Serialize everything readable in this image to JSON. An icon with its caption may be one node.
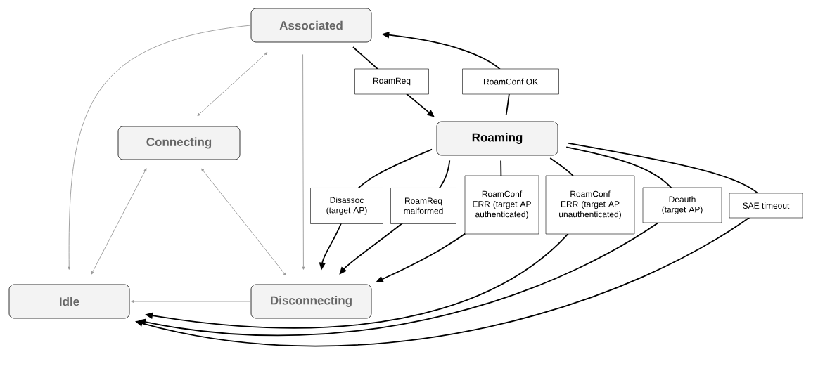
{
  "diagram": {
    "nodes": [
      {
        "text": [
          "Associated"
        ]
      },
      {
        "text": [
          "Connecting"
        ]
      },
      {
        "text": [
          "Roaming"
        ]
      },
      {
        "text": [
          "Idle"
        ]
      },
      {
        "text": [
          "Disconnecting"
        ]
      }
    ],
    "edges": [
      {
        "from": 0,
        "to": 2,
        "arrow": "to",
        "label": "RoamReq"
      },
      {
        "from": 2,
        "to": 0,
        "arrow": "to",
        "label": "RoamConf OK"
      },
      {
        "from": 2,
        "to": 4,
        "arrow": "to",
        "label": "Disassoc (target AP)"
      },
      {
        "from": 2,
        "to": 4,
        "arrow": "to",
        "label": "RoamReq malformed"
      },
      {
        "from": 2,
        "to": 4,
        "arrow": "to",
        "label": "RoamConf ERR (target AP authenticated)"
      },
      {
        "from": 2,
        "to": 3,
        "arrow": "to",
        "label": "RoamConf ERR (target AP unauthenticated)"
      },
      {
        "from": 2,
        "to": 3,
        "arrow": "to",
        "label": "Deauth (target AP)"
      },
      {
        "from": 2,
        "to": 3,
        "arrow": "to",
        "label": "SAE timeout"
      },
      {
        "from": 0,
        "to": 3,
        "arrow": "to",
        "color": "#999999"
      },
      {
        "from": 0,
        "to": 1,
        "arrow": "both",
        "color": "#999999"
      },
      {
        "from": 0,
        "to": 4,
        "arrow": "to",
        "color": "#999999"
      },
      {
        "from": 1,
        "to": 3,
        "arrow": "both",
        "color": "#999999"
      },
      {
        "from": 1,
        "to": 4,
        "arrow": "both",
        "color": "#999999"
      },
      {
        "from": 4,
        "to": 3,
        "arrow": "to",
        "color": "#999999"
      }
    ]
  }
}
